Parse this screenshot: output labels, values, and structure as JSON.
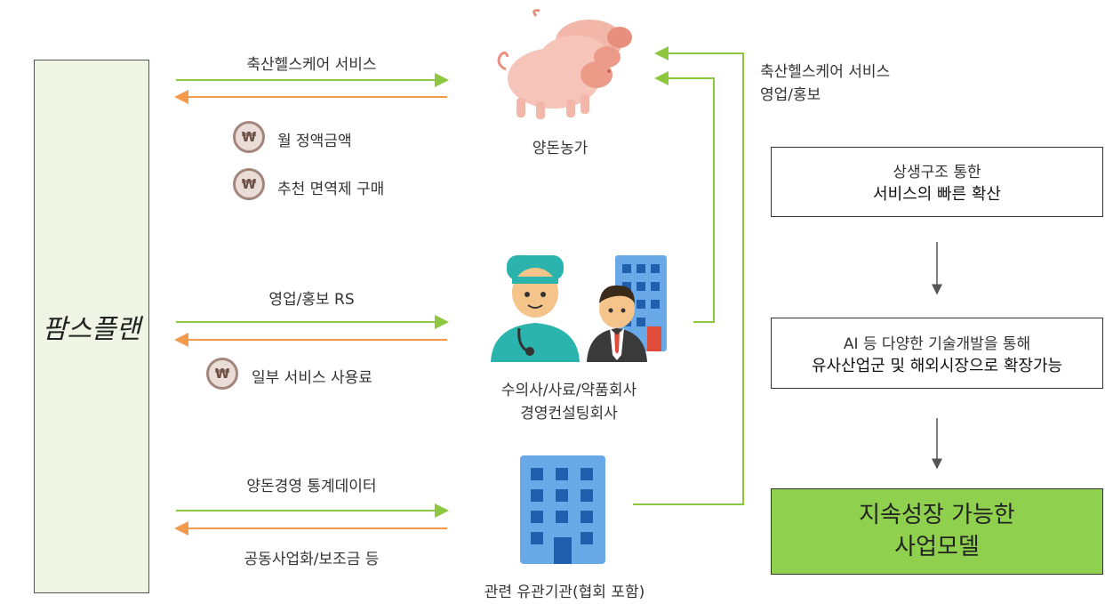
{
  "left_entity": {
    "label": "팜스플랜"
  },
  "rows": [
    {
      "top_label": "축산헬스케어 서비스",
      "payments": [
        "월 정액금액",
        "추천 면역제 구매"
      ],
      "entity_label_lines": [
        "양돈농가"
      ]
    },
    {
      "top_label": "영업/홍보 RS",
      "payments": [
        "일부 서비스 사용료"
      ],
      "entity_label_lines": [
        "수의사/사료/약품회사",
        "경영컨설팅회사"
      ]
    },
    {
      "top_label": "양돈경영 통계데이터",
      "bottom_label": "공동사업화/보조금 등",
      "entity_label_lines": [
        "관련 유관기관(협회 포함)"
      ]
    }
  ],
  "feedback_label": {
    "line1": "축산헬스케어 서비스",
    "line2": "영업/홍보"
  },
  "flow_boxes": [
    {
      "line1": "상생구조 통한",
      "line2": "서비스의 빠른 확산"
    },
    {
      "line1": "AI 등 다양한 기술개발을 통해",
      "line2": "유사산업군 및 해외시장으로 확장가능"
    }
  ],
  "final_box": {
    "line1": "지속성장 가능한",
    "line2": "사업모델"
  },
  "coin_symbol": "₩",
  "colors": {
    "green": "#8dc63f",
    "orange": "#f59a4a",
    "final_fill": "#8fd14f"
  }
}
